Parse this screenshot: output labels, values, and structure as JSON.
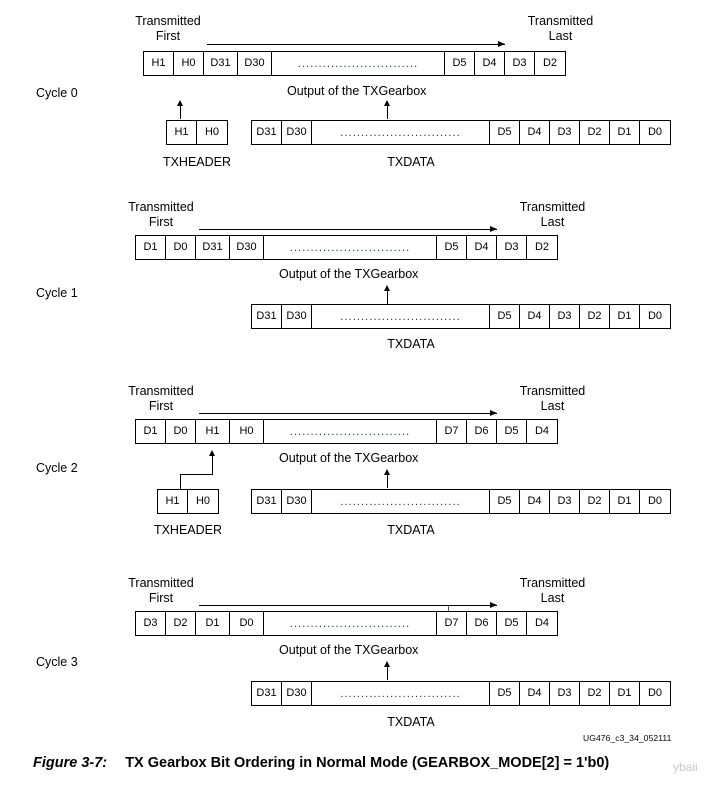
{
  "figure": {
    "id_code": "UG476_c3_34_052111",
    "label": "Figure 3-7:",
    "title": "TX Gearbox Bit Ordering in Normal Mode (GEARBOX_MODE[2] = 1'b0)",
    "watermark": "ybaii"
  },
  "labels": {
    "transmitted_first_line1": "Transmitted",
    "transmitted_first_line2": "First",
    "transmitted_last_line1": "Transmitted",
    "transmitted_last_line2": "Last",
    "gearbox_output": "Output of the TXGearbox",
    "txheader": "TXHEADER",
    "txdata": "TXDATA"
  },
  "cycles": [
    {
      "name": "Cycle 0",
      "output_row": {
        "left_cells": [
          "H1",
          "H0",
          "D31",
          "D30"
        ],
        "right_cells": [
          "D5",
          "D4",
          "D3",
          "D2"
        ],
        "ellipsis": "............................."
      },
      "header_row": {
        "cells": [
          "H1",
          "H0"
        ]
      },
      "data_row": {
        "left_cells": [
          "D31",
          "D30"
        ],
        "right_cells": [
          "D5",
          "D4",
          "D3",
          "D2",
          "D1",
          "D0"
        ],
        "ellipsis": "............................."
      },
      "has_header": true,
      "has_bracket": false
    },
    {
      "name": "Cycle 1",
      "output_row": {
        "left_cells": [
          "D1",
          "D0",
          "D31",
          "D30"
        ],
        "right_cells": [
          "D5",
          "D4",
          "D3",
          "D2"
        ],
        "ellipsis": "............................."
      },
      "data_row": {
        "left_cells": [
          "D31",
          "D30"
        ],
        "right_cells": [
          "D5",
          "D4",
          "D3",
          "D2",
          "D1",
          "D0"
        ],
        "ellipsis": "............................."
      },
      "has_header": false,
      "has_bracket": false
    },
    {
      "name": "Cycle 2",
      "output_row": {
        "left_cells": [
          "D1",
          "D0",
          "H1",
          "H0"
        ],
        "right_cells": [
          "D7",
          "D6",
          "D5",
          "D4"
        ],
        "ellipsis": "............................."
      },
      "header_row": {
        "cells": [
          "H1",
          "H0"
        ]
      },
      "data_row": {
        "left_cells": [
          "D31",
          "D30"
        ],
        "right_cells": [
          "D5",
          "D4",
          "D3",
          "D2",
          "D1",
          "D0"
        ],
        "ellipsis": "............................."
      },
      "has_header": true,
      "has_bracket": true
    },
    {
      "name": "Cycle 3",
      "output_row": {
        "left_cells": [
          "D3",
          "D2",
          "D1",
          "D0"
        ],
        "right_cells": [
          "D7",
          "D6",
          "D5",
          "D4"
        ],
        "ellipsis": "............................."
      },
      "data_row": {
        "left_cells": [
          "D31",
          "D30"
        ],
        "right_cells": [
          "D5",
          "D4",
          "D3",
          "D2",
          "D1",
          "D0"
        ],
        "ellipsis": "............................."
      },
      "has_header": false,
      "has_bracket": false
    }
  ],
  "colors": {
    "ink": "#000000",
    "dots": "#1b2a4a",
    "background": "#ffffff",
    "watermark": "#c8c8c8"
  }
}
